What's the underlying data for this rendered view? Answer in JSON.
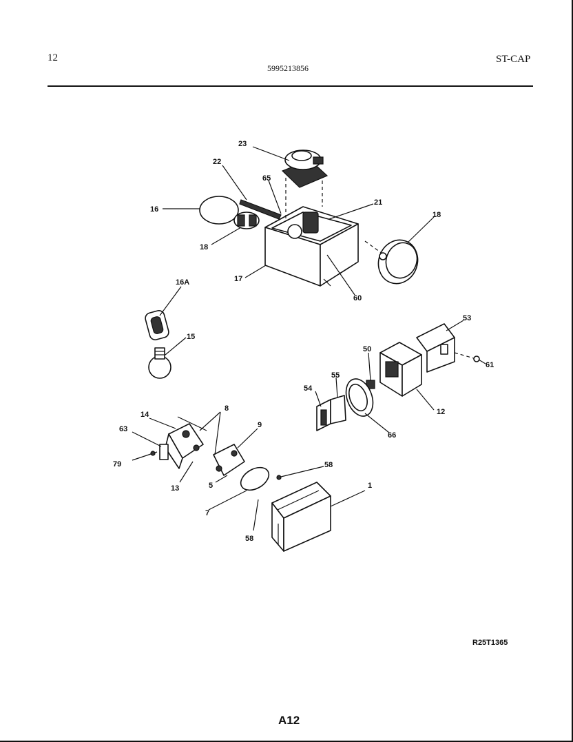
{
  "header": {
    "left": "12",
    "center": "5995213856",
    "right": "ST-CAP"
  },
  "footer": {
    "reference": "R25T1365",
    "page_number": "A12"
  },
  "callouts": [
    "23",
    "22",
    "65",
    "21",
    "16",
    "18",
    "18",
    "17",
    "60",
    "16A",
    "15",
    "53",
    "50",
    "61",
    "55",
    "54",
    "12",
    "66",
    "8",
    "14",
    "63",
    "9",
    "79",
    "13",
    "5",
    "58",
    "1",
    "7",
    "58"
  ]
}
